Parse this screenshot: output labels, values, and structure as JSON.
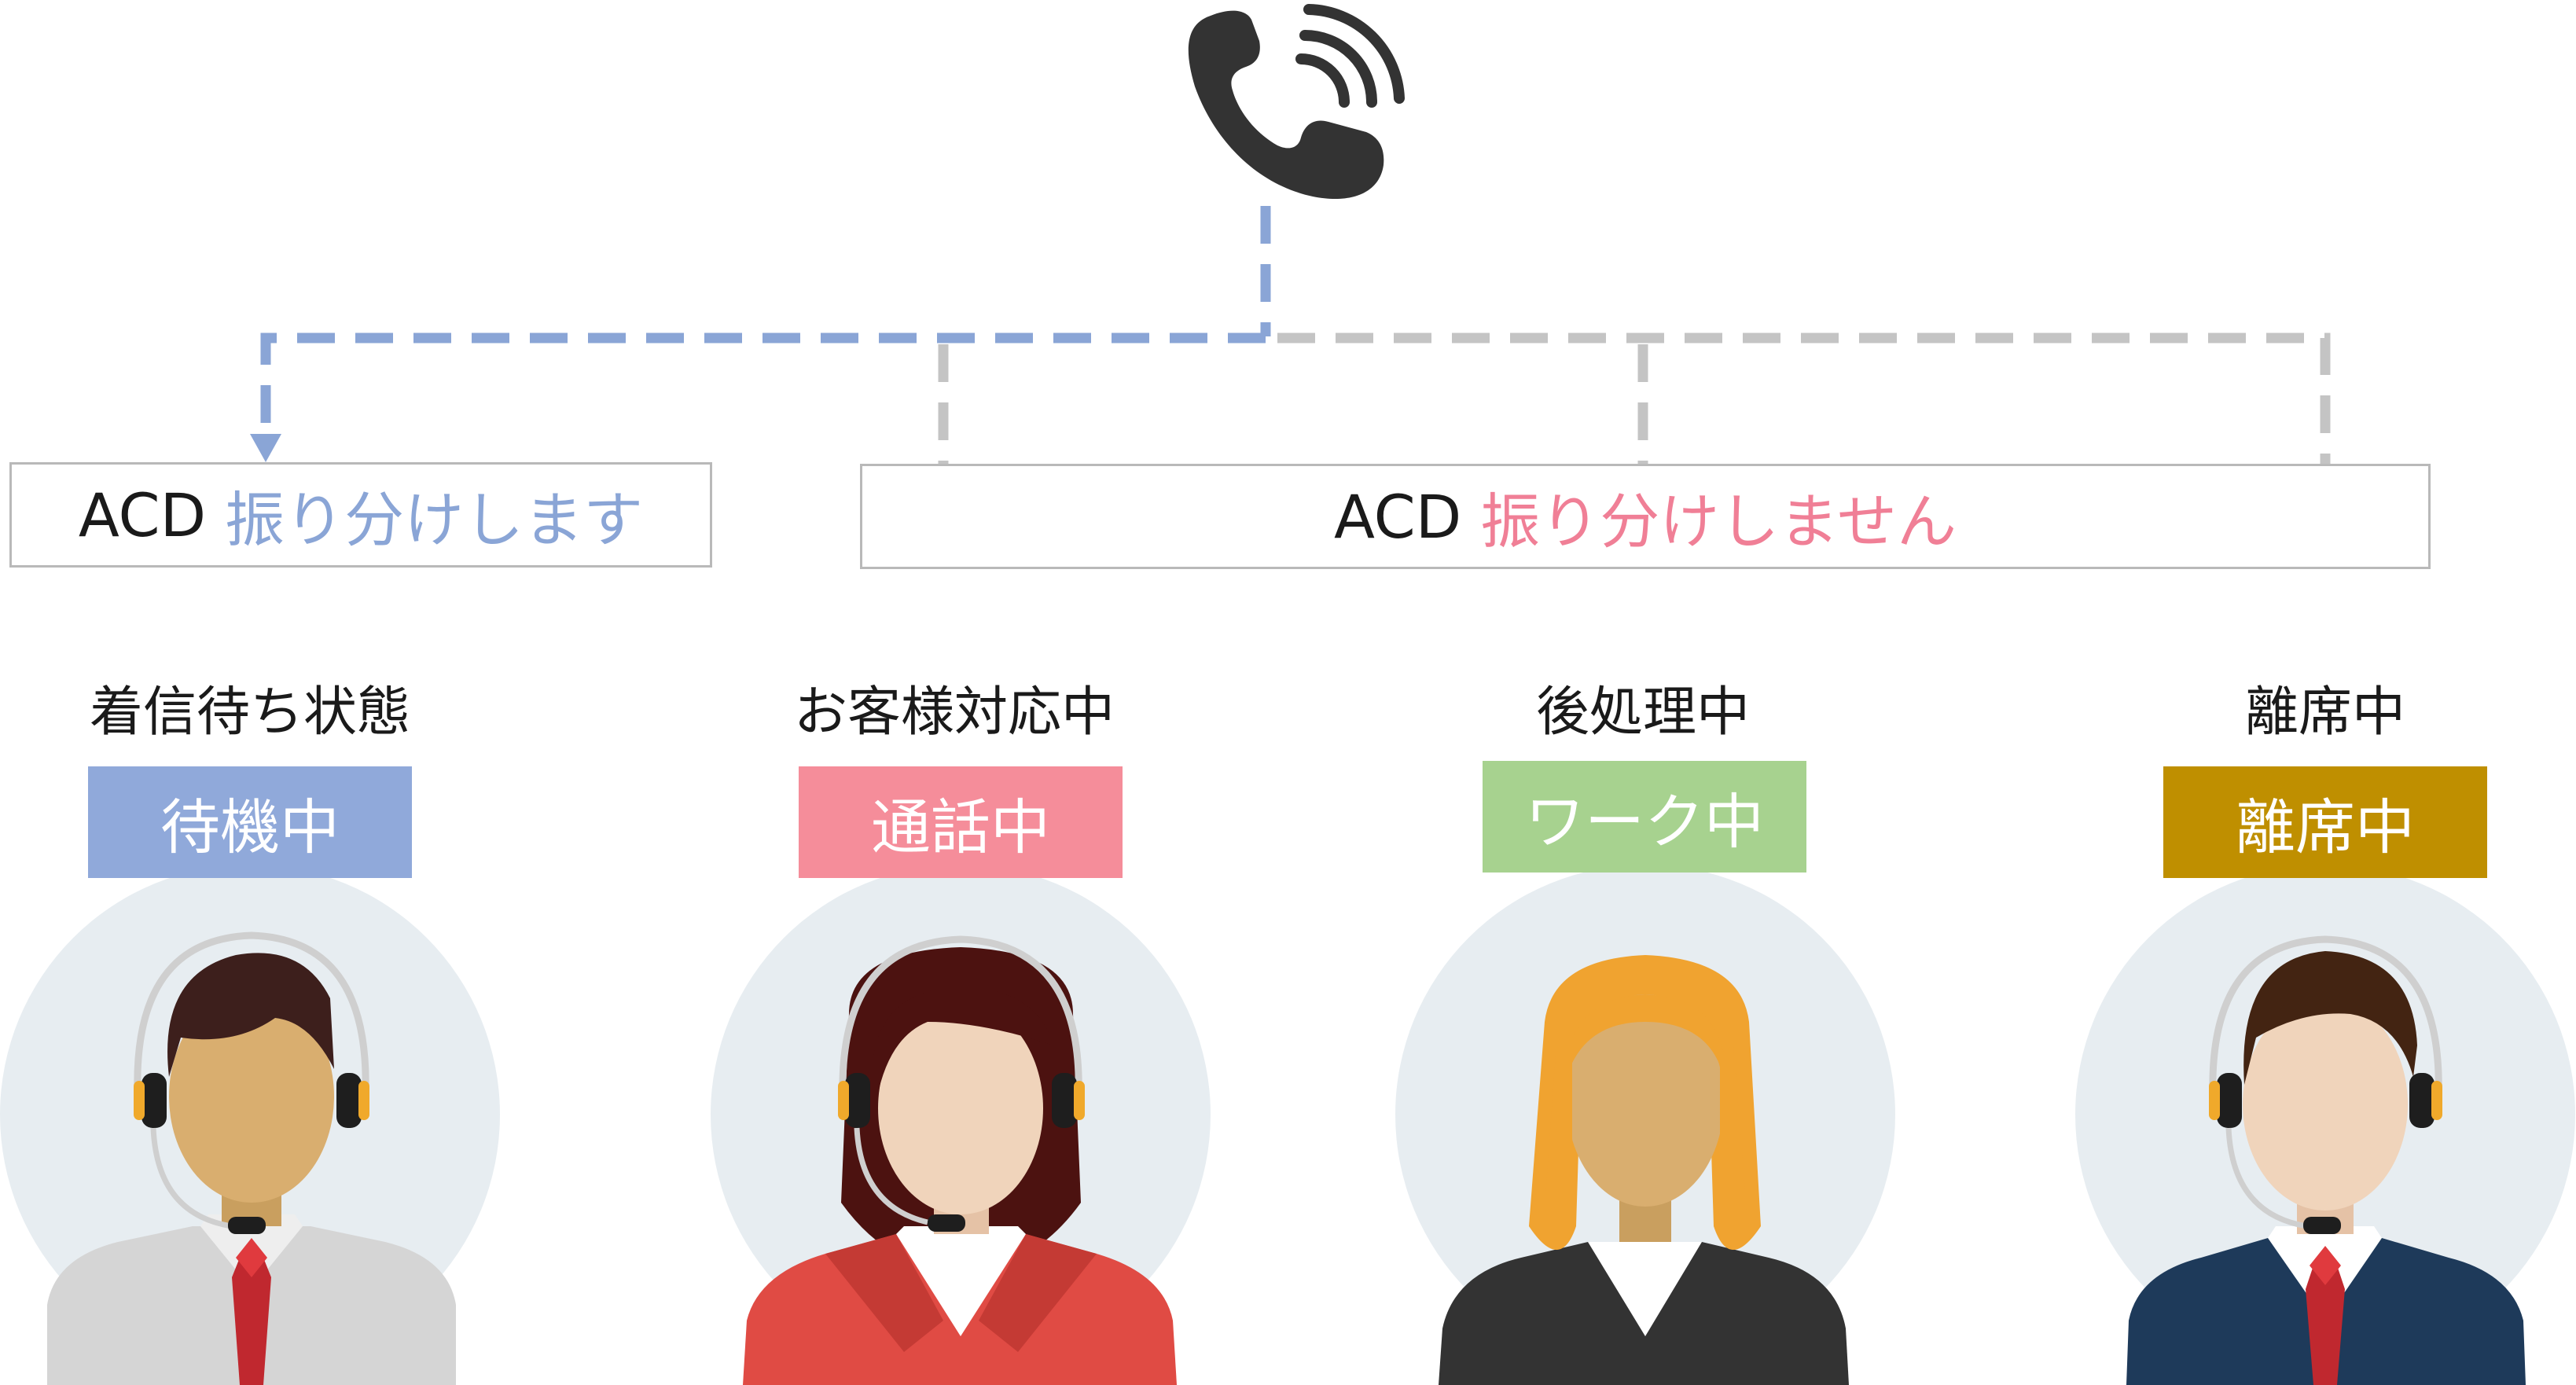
{
  "routing": {
    "acd_prefix": "ACD",
    "distribute_label": "振り分けします",
    "no_distribute_label": "振り分けしません"
  },
  "agents": [
    {
      "state": "着信待ち状態",
      "badge": "待機中",
      "badge_color": "#90a9da"
    },
    {
      "state": "お客様対応中",
      "badge": "通話中",
      "badge_color": "#f58d9a"
    },
    {
      "state": "後処理中",
      "badge": "ワーク中",
      "badge_color": "#a7d28f"
    },
    {
      "state": "離席中",
      "badge": "離席中",
      "badge_color": "#bf8f00"
    }
  ],
  "colors": {
    "distribute_line": "#8aa5d6",
    "no_distribute_line": "#c4c4c4",
    "distribute_text": "#8aa5d6",
    "no_distribute_text": "#f07f96"
  },
  "icons": {
    "incoming": "phone-ringing-icon",
    "agent": "headset-agent-icon"
  }
}
